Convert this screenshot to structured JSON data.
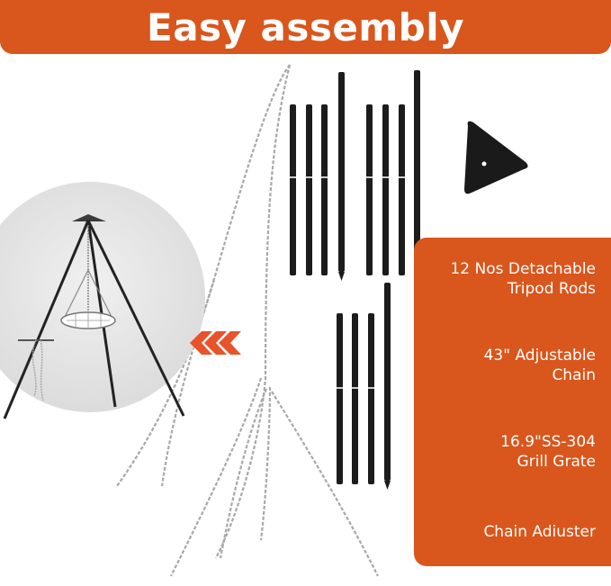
{
  "banner": {
    "title": "Easy assembly"
  },
  "features": [
    {
      "line1": "12 Nos Detachable",
      "line2": "Tripod Rods"
    },
    {
      "line1": "43\" Adjustable",
      "line2": "Chain"
    },
    {
      "line1": "16.9\"SS-304",
      "line2": "Grill Grate"
    },
    {
      "line1": "Chain Adiuster",
      "line2": ""
    }
  ],
  "colors": {
    "accent": "#d9561c",
    "arrow": "#e8532a",
    "rod": "#1a1a1a",
    "chain": "#a9a9a9",
    "circle": "#e4e4e4"
  },
  "icons": [
    "tripod-photo",
    "rod-icon",
    "chain-icon",
    "plate-icon",
    "chevron-left-icon"
  ]
}
